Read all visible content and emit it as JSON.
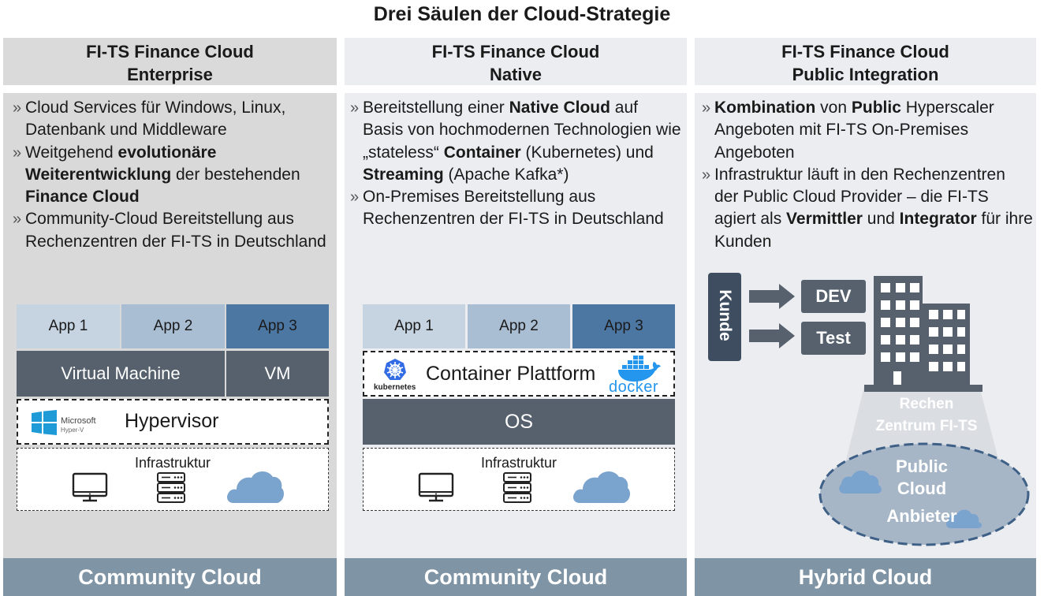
{
  "title": "Drei Säulen der Cloud-Strategie",
  "columns": [
    {
      "header_line1": "FI-TS Finance Cloud",
      "header_line2": "Enterprise",
      "footer": "Community Cloud",
      "bullet_mark": "»",
      "bullets": [
        [
          "Cloud Services für Windows, Linux, Datenbank und Middleware"
        ],
        [
          "Weitgehend ",
          "evolutionäre Weiterentwicklung",
          " der bestehenden ",
          "Finance Cloud"
        ],
        [
          "Community-Cloud Bereitstellung aus Rechenzentren der FI-TS in Deutschland"
        ]
      ],
      "apps": [
        "App 1",
        "App 2",
        "App 3"
      ],
      "vm_label": "Virtual Machine",
      "vm_short": "VM",
      "hypervisor_label": "Hypervisor",
      "microsoft_line1": "Microsoft",
      "microsoft_line2": "Hyper-V",
      "infra_label": "Infrastruktur"
    },
    {
      "header_line1": "FI-TS Finance Cloud",
      "header_line2": "Native",
      "footer": "Community Cloud",
      "bullet_mark": "»",
      "bullets": [
        [
          "Bereitstellung einer ",
          "Native Cloud",
          " auf Basis von hochmodernen Technologien wie „stateless“ ",
          "Container",
          " (Kubernetes) und ",
          "Streaming",
          " (Apache Kafka*)"
        ],
        [
          "On-Premises Bereitstellung aus Rechenzentren der FI-TS in Deutschland"
        ]
      ],
      "apps": [
        "App 1",
        "App 2",
        "App 3"
      ],
      "container_label": "Container Plattform",
      "kubernetes_label": "kubernetes",
      "docker_label": "docker",
      "os_label": "OS",
      "infra_label": "Infrastruktur"
    },
    {
      "header_line1": "FI-TS Finance Cloud",
      "header_line2": "Public Integration",
      "footer": "Hybrid Cloud",
      "bullet_mark": "»",
      "bullets": [
        [
          "",
          "Kombination",
          " von ",
          "Public",
          " Hyperscaler Angeboten mit FI-TS On-Premises Angeboten"
        ],
        [
          "Infrastruktur läuft in den Rechenzentren der Public Cloud Provider – die FI-TS agiert als ",
          "Vermittler",
          " und ",
          "Integrator",
          " für ihre Kunden"
        ]
      ],
      "kunde_label": "Kunde",
      "dev_label": "DEV",
      "test_label": "Test",
      "rz_line1": "Rechen",
      "rz_line2": "Zentrum FI-TS",
      "public_line1": "Public",
      "public_line2": "Cloud",
      "public_line3": "Anbieter"
    }
  ],
  "colors": {
    "col1_bg": "#d9d9d9",
    "col_bg": "#ebedf0",
    "header_bg": "#dadada",
    "footer_bg": "#7f94a4",
    "app_light": "#c6d3e1",
    "app_mid": "#a9bdd3",
    "app_dark": "#4d77a3",
    "dark_block": "#56616d",
    "cloud": "#7aa3cd",
    "navy": "#3e4e60"
  }
}
